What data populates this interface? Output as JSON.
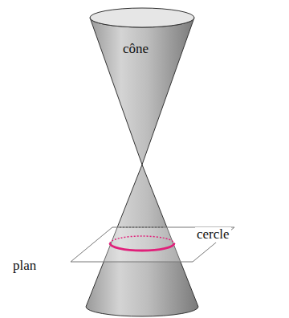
{
  "diagram": {
    "labels": [
      "cône",
      "cercle",
      "plan"
    ]
  }
}
